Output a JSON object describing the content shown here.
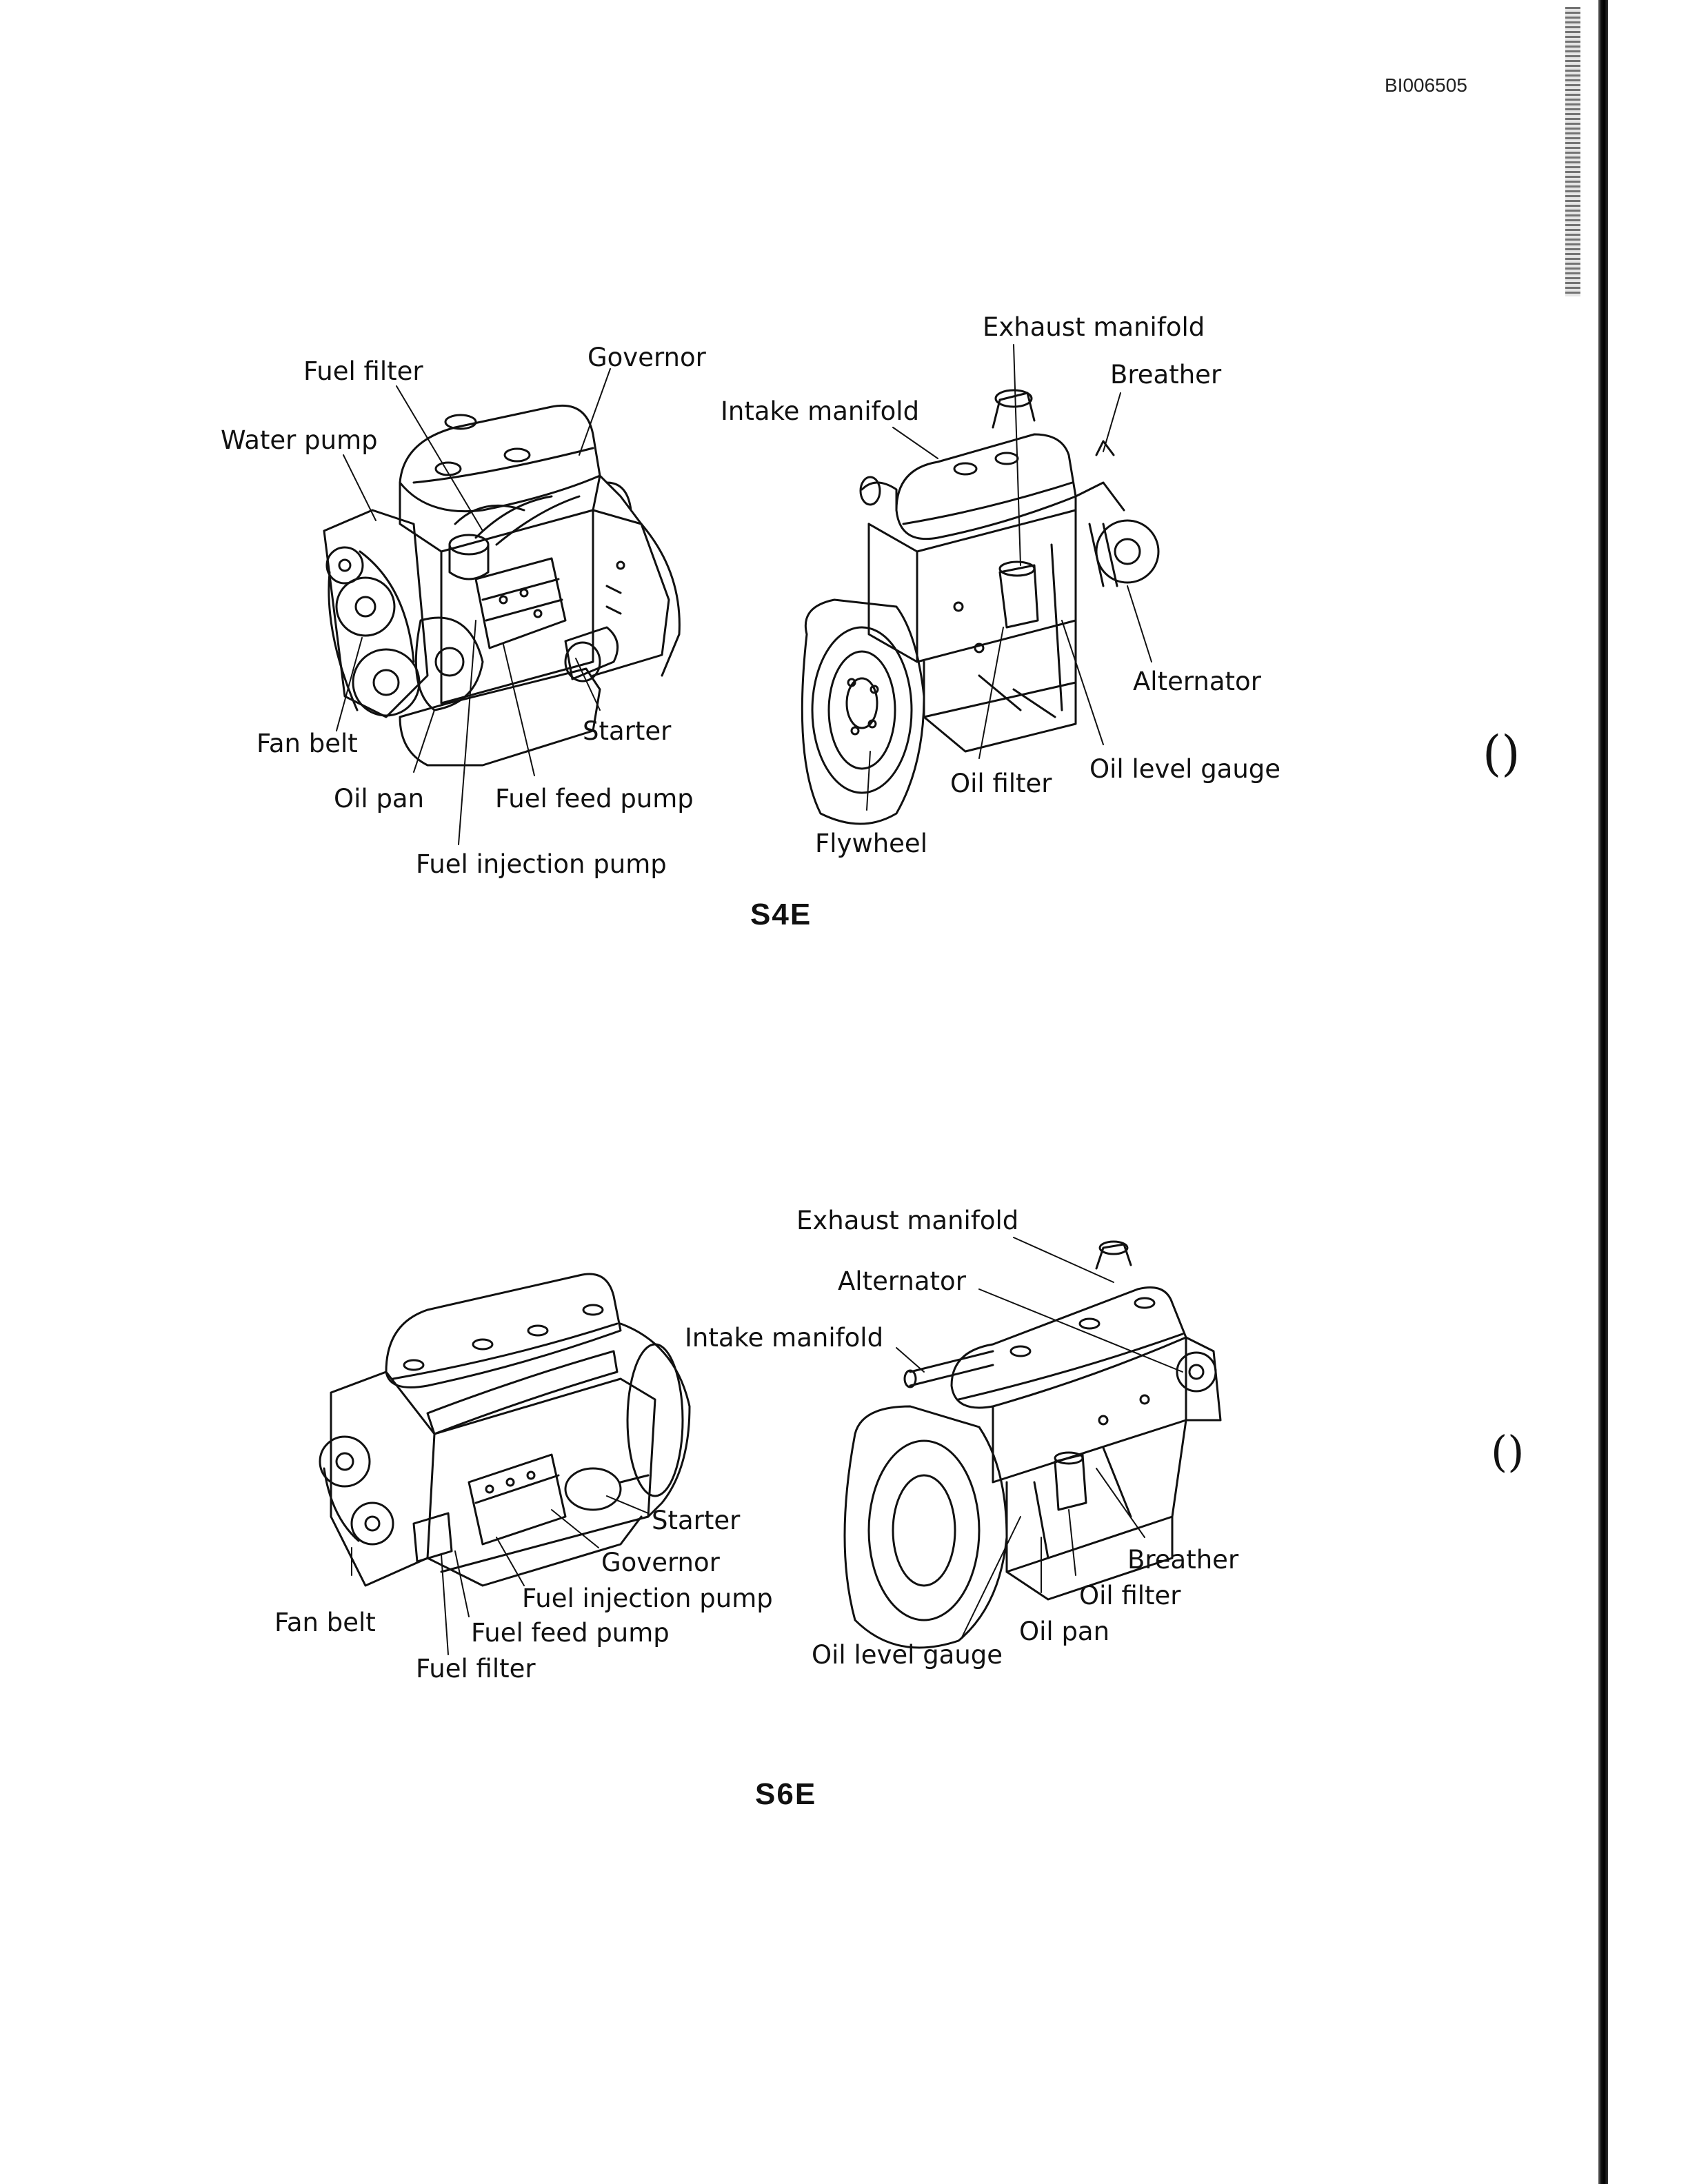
{
  "doc_id": "BI006505",
  "figures": [
    {
      "model": "S4E",
      "labels": {
        "fuel_filter": "Fuel filter",
        "governor": "Governor",
        "water_pump": "Water pump",
        "fan_belt": "Fan belt",
        "oil_pan": "Oil pan",
        "fuel_feed_pump": "Fuel feed pump",
        "starter": "Starter",
        "fuel_injection_pump": "Fuel injection pump",
        "exhaust_manifold": "Exhaust manifold",
        "breather": "Breather",
        "intake_manifold": "Intake manifold",
        "alternator": "Alternator",
        "oil_filter": "Oil filter",
        "oil_level_gauge": "Oil level gauge",
        "flywheel": "Flywheel"
      }
    },
    {
      "model": "S6E",
      "labels": {
        "exhaust_manifold": "Exhaust manifold",
        "alternator": "Alternator",
        "intake_manifold": "Intake manifold",
        "starter": "Starter",
        "governor": "Governor",
        "fuel_injection_pump": "Fuel injection pump",
        "fan_belt": "Fan belt",
        "fuel_feed_pump": "Fuel feed pump",
        "fuel_filter": "Fuel filter",
        "breather": "Breather",
        "oil_filter": "Oil filter",
        "oil_pan": "Oil pan",
        "oil_level_gauge": "Oil level gauge"
      }
    }
  ]
}
